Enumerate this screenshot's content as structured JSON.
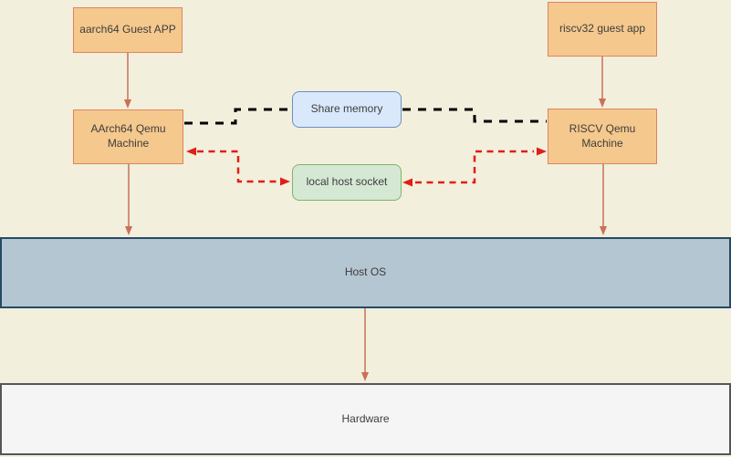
{
  "diagram": {
    "nodes": {
      "aarch64_guest_app": "aarch64 Guest APP",
      "riscv32_guest_app": "riscv32 guest app",
      "aarch64_qemu_machine": "AArch64 Qemu Machine",
      "riscv_qemu_machine": "RISCV Qemu Machine",
      "share_memory": "Share memory",
      "local_host_socket": "local host socket",
      "host_os": "Host OS",
      "hardware": "Hardware"
    },
    "edges": [
      {
        "from": "aarch64_guest_app",
        "to": "aarch64_qemu_machine",
        "style": "solid-arrow"
      },
      {
        "from": "riscv32_guest_app",
        "to": "riscv_qemu_machine",
        "style": "solid-arrow"
      },
      {
        "from": "aarch64_qemu_machine",
        "to": "share_memory",
        "style": "black-dashed"
      },
      {
        "from": "share_memory",
        "to": "riscv_qemu_machine",
        "style": "black-dashed"
      },
      {
        "from": "aarch64_qemu_machine",
        "to": "local_host_socket",
        "style": "red-dashed-bidirectional"
      },
      {
        "from": "riscv_qemu_machine",
        "to": "local_host_socket",
        "style": "red-dashed-bidirectional"
      },
      {
        "from": "aarch64_qemu_machine",
        "to": "host_os",
        "style": "solid-arrow"
      },
      {
        "from": "riscv_qemu_machine",
        "to": "host_os",
        "style": "solid-arrow"
      },
      {
        "from": "host_os",
        "to": "hardware",
        "style": "solid-arrow"
      }
    ],
    "colors": {
      "background": "#f2efdd",
      "app_box_fill": "#f5c88d",
      "app_box_border": "#e0855f",
      "share_memory_fill": "#dae8fc",
      "share_memory_border": "#6c8ebf",
      "socket_fill": "#d5e8d4",
      "socket_border": "#82b366",
      "host_os_fill": "#b4c6d2",
      "host_os_border": "#264a63",
      "hardware_fill": "#f5f5f5",
      "hardware_border": "#565656",
      "solid_arrow": "#cb7056",
      "share_memory_link": "#000000",
      "socket_link": "#e01f16"
    }
  }
}
